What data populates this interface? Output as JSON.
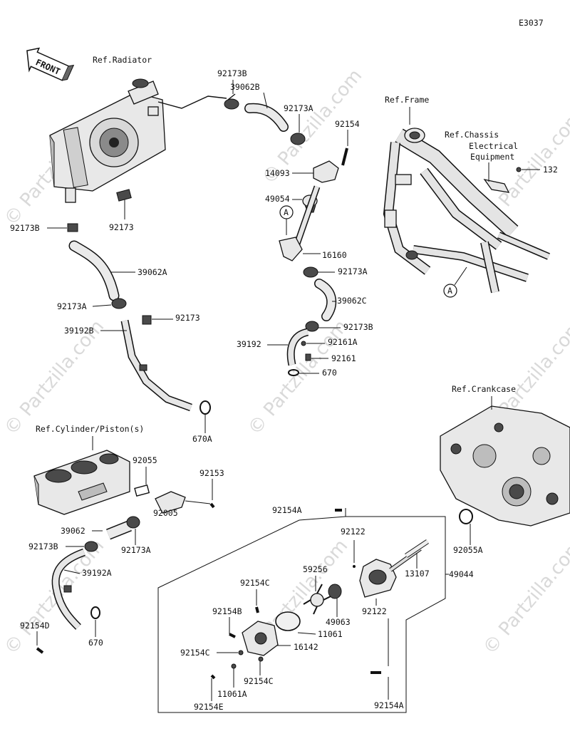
{
  "diagram_code": "E3037",
  "front_label": "FRONT",
  "watermark": "© Partzilla.com",
  "references": {
    "radiator": "Ref.Radiator",
    "frame": "Ref.Frame",
    "chassis_1": "Ref.Chassis",
    "chassis_2": "Electrical",
    "chassis_3": "Equipment",
    "crankcase": "Ref.Crankcase",
    "cylinder": "Ref.Cylinder/Piston(s)"
  },
  "callouts": {
    "a1": "A",
    "a2": "A"
  },
  "parts": {
    "p92173b_top": "92173B",
    "p39062b": "39062B",
    "p92173a_top": "92173A",
    "p92154_top": "92154",
    "p14093": "14093",
    "p49054": "49054",
    "p16160": "16160",
    "p92173a_mid": "92173A",
    "p39062c": "39062C",
    "p92173b_mid": "92173B",
    "p39192_mid": "39192",
    "p92161a": "92161A",
    "p92161": "92161",
    "p670_mid": "670",
    "p132": "132",
    "p92173b_left": "92173B",
    "p92173_rad": "92173",
    "p39062a": "39062A",
    "p92173a_left": "92173A",
    "p92173_left": "92173",
    "p39192b": "39192B",
    "p670a": "670A",
    "p92055": "92055",
    "p92153": "92153",
    "p92005": "92005",
    "p39062": "39062",
    "p92173a_low": "92173A",
    "p92173b_low": "92173B",
    "p39192a": "39192A",
    "p92154d": "92154D",
    "p670_low": "670",
    "p92154a_top": "92154A",
    "p92122_top": "92122",
    "p59256": "59256",
    "p13107": "13107",
    "p49044": "49044",
    "p92055a": "92055A",
    "p92154c_top": "92154C",
    "p92154b": "92154B",
    "p49063": "49063",
    "p92122_low": "92122",
    "p11061": "11061",
    "p92154c_mid": "92154C",
    "p16142": "16142",
    "p92154c_low": "92154C",
    "p11061a": "11061A",
    "p92154e": "92154E",
    "p92154a_low": "92154A"
  }
}
